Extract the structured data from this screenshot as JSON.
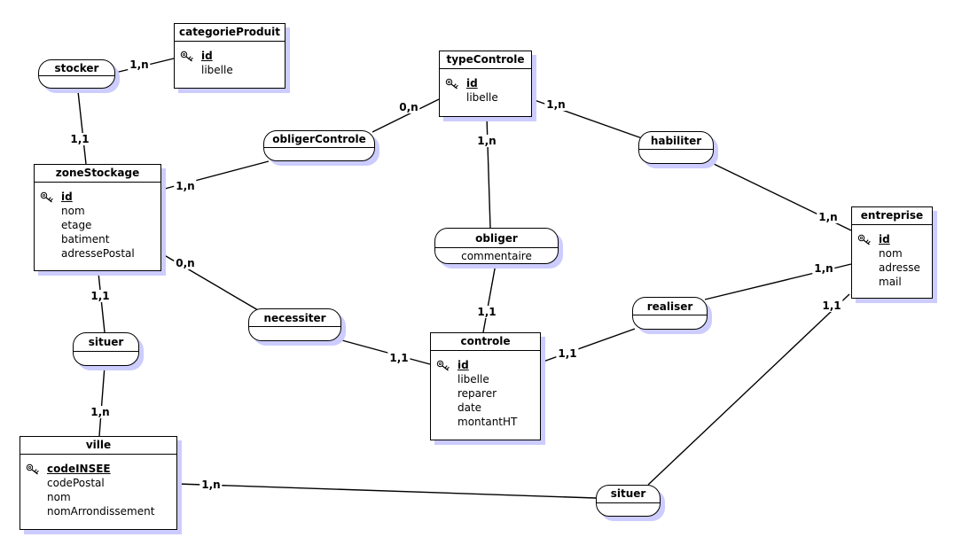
{
  "colors": {
    "shadow": "#ccccff",
    "line": "#000000",
    "node_fill": "#ffffff",
    "node_border": "#000000",
    "text": "#000000"
  },
  "entities": [
    {
      "name": "categorieProduit",
      "key": "id",
      "attributes": [
        "libelle"
      ]
    },
    {
      "name": "typeControle",
      "key": "id",
      "attributes": [
        "libelle"
      ]
    },
    {
      "name": "zoneStockage",
      "key": "id",
      "attributes": [
        "nom",
        "etage",
        "batiment",
        "adressePostal"
      ]
    },
    {
      "name": "entreprise",
      "key": "id",
      "attributes": [
        "nom",
        "adresse",
        "mail"
      ]
    },
    {
      "name": "controle",
      "key": "id",
      "attributes": [
        "libelle",
        "reparer",
        "date",
        "montantHT"
      ]
    },
    {
      "name": "ville",
      "key": "codeINSEE",
      "attributes": [
        "codePostal",
        "nom",
        "nomArrondissement"
      ]
    }
  ],
  "relationships": [
    {
      "name": "stocker",
      "attributes": []
    },
    {
      "name": "obligerControle",
      "attributes": []
    },
    {
      "name": "habiliter",
      "attributes": []
    },
    {
      "name": "obliger",
      "attributes": [
        "commentaire"
      ]
    },
    {
      "name": "necessiter",
      "attributes": []
    },
    {
      "name": "situer",
      "attributes": []
    },
    {
      "name": "realiser",
      "attributes": []
    },
    {
      "name": "situer",
      "attributes": []
    }
  ],
  "cardinalities": [
    {
      "label": "1,n",
      "from": "stocker",
      "to": "categorieProduit"
    },
    {
      "label": "1,1",
      "from": "zoneStockage",
      "to": "stocker"
    },
    {
      "label": "1,n",
      "from": "zoneStockage",
      "to": "obligerControle"
    },
    {
      "label": "0,n",
      "from": "typeControle",
      "to": "obligerControle"
    },
    {
      "label": "1,n",
      "from": "typeControle",
      "to": "habiliter"
    },
    {
      "label": "1,n",
      "from": "typeControle",
      "to": "obliger"
    },
    {
      "label": "1,n",
      "from": "entreprise",
      "to": "habiliter"
    },
    {
      "label": "1,1",
      "from": "controle",
      "to": "obliger"
    },
    {
      "label": "0,n",
      "from": "zoneStockage",
      "to": "necessiter"
    },
    {
      "label": "1,1",
      "from": "controle",
      "to": "necessiter"
    },
    {
      "label": "1,1",
      "from": "controle",
      "to": "realiser"
    },
    {
      "label": "1,n",
      "from": "entreprise",
      "to": "realiser"
    },
    {
      "label": "1,1",
      "from": "entreprise",
      "to": "situer"
    },
    {
      "label": "1,1",
      "from": "zoneStockage",
      "to": "situer"
    },
    {
      "label": "1,n",
      "from": "ville",
      "to": "situer"
    },
    {
      "label": "1,n",
      "from": "ville",
      "to": "situer (entreprise)"
    }
  ]
}
